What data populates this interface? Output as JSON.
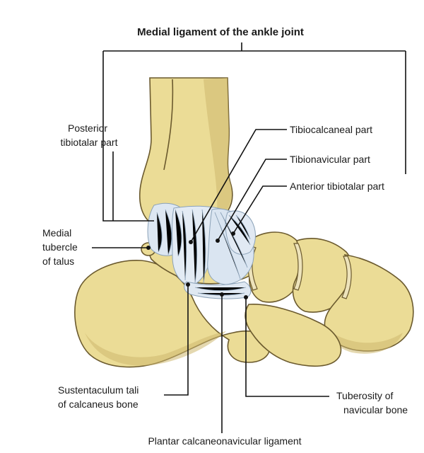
{
  "title": "Medial ligament of the ankle joint",
  "labels": {
    "posterior_tibiotalar": [
      "Posterior",
      "tibiotalar part"
    ],
    "tibiocalcaneal": "Tibiocalcaneal part",
    "tibionavicular": "Tibionavicular part",
    "anterior_tibiotalar": "Anterior tibiotalar part",
    "medial_tubercle": [
      "Medial",
      "tubercle",
      "of talus"
    ],
    "sustentaculum": [
      "Sustentaculum tali",
      "of calcaneus bone"
    ],
    "tuberosity": [
      "Tuberosity of",
      "navicular bone"
    ],
    "plantar": "Plantar calcaneonavicular ligament"
  },
  "colors": {
    "bone": "#e9d98f",
    "bone_outline": "#6b5a2e",
    "ligament": "#dbe6f1",
    "leader_line": "#111111"
  }
}
